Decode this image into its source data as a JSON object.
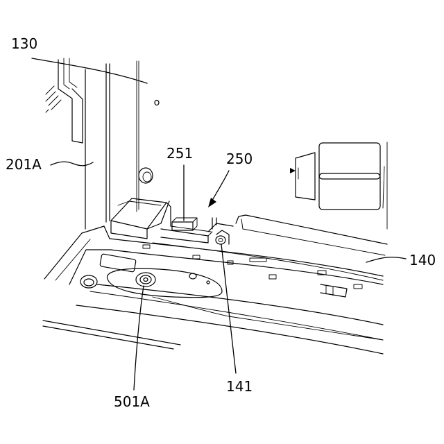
{
  "labels": {
    "l130": "130",
    "l201a": "201A",
    "l251": "251",
    "l250": "250",
    "l140": "140",
    "l141": "141",
    "l501a": "501A"
  }
}
